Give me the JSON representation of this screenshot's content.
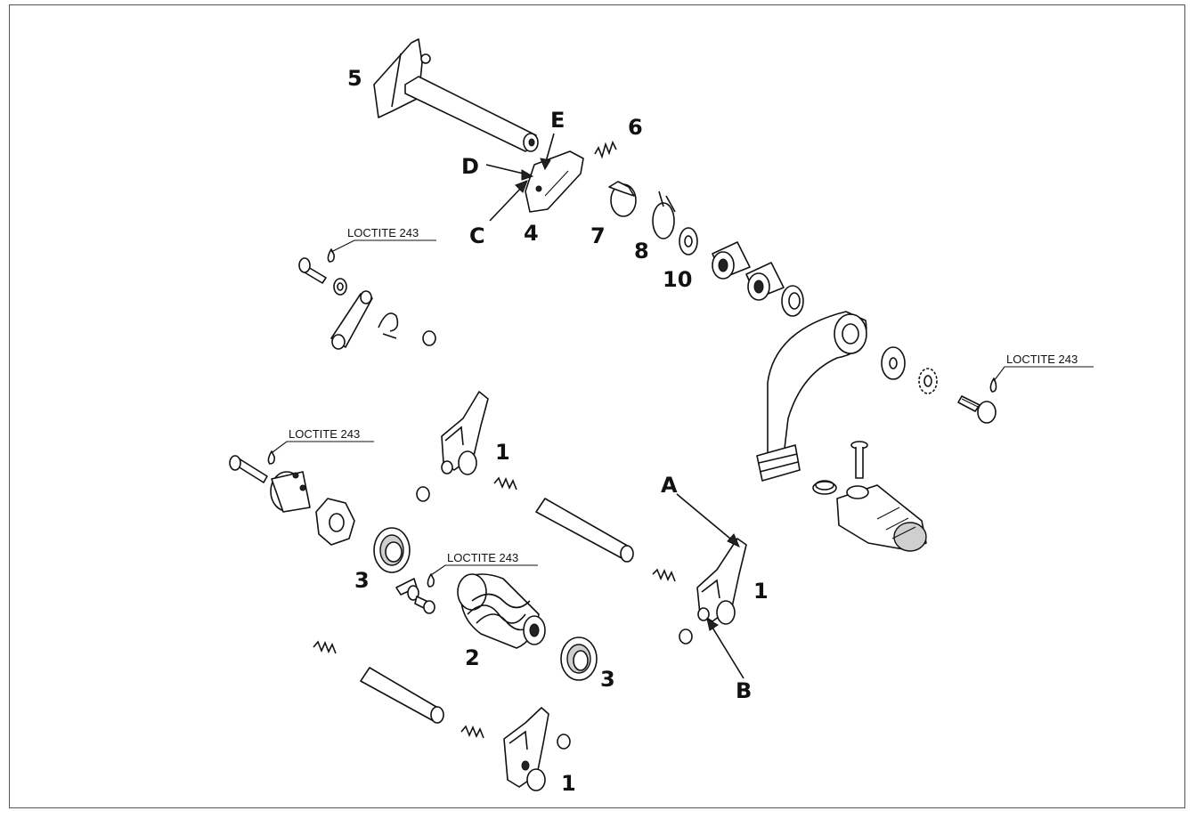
{
  "labels": {
    "n1": "1",
    "n2": "2",
    "n3": "3",
    "n4": "4",
    "n5": "5",
    "n6": "6",
    "n7": "7",
    "n8": "8",
    "n10": "10",
    "A": "A",
    "B": "B",
    "C": "C",
    "D": "D",
    "E": "E"
  },
  "loctite": "LOCTITE 243"
}
